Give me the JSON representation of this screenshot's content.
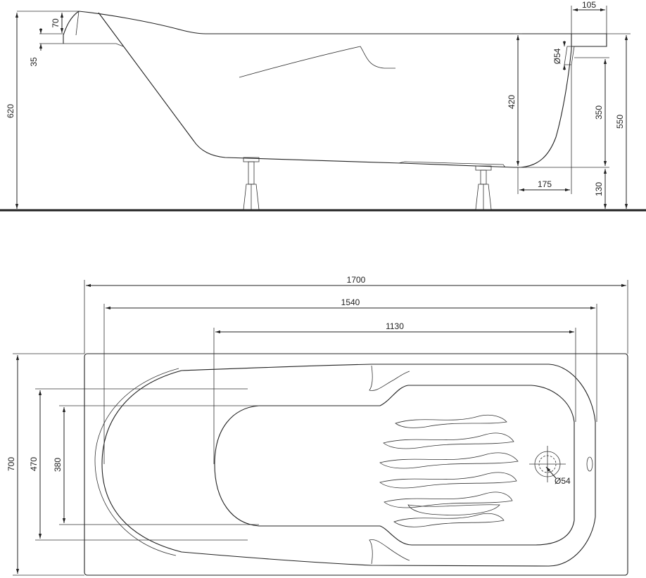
{
  "side_view": {
    "dims": {
      "total_height": "620",
      "rim_70": "70",
      "rim_35": "35",
      "right_rim_width": "105",
      "overflow_diameter": "Ø54",
      "inner_depth": "420",
      "right_height_350": "350",
      "right_height_550": "550",
      "bottom_clearance": "130",
      "bottom_offset": "175"
    }
  },
  "top_view": {
    "dims": {
      "overall_length": "1700",
      "inner_length": "1540",
      "bottom_length": "1130",
      "overall_width": "700",
      "inner_width": "470",
      "bottom_width": "380",
      "drain_diameter": "Ø54"
    }
  }
}
